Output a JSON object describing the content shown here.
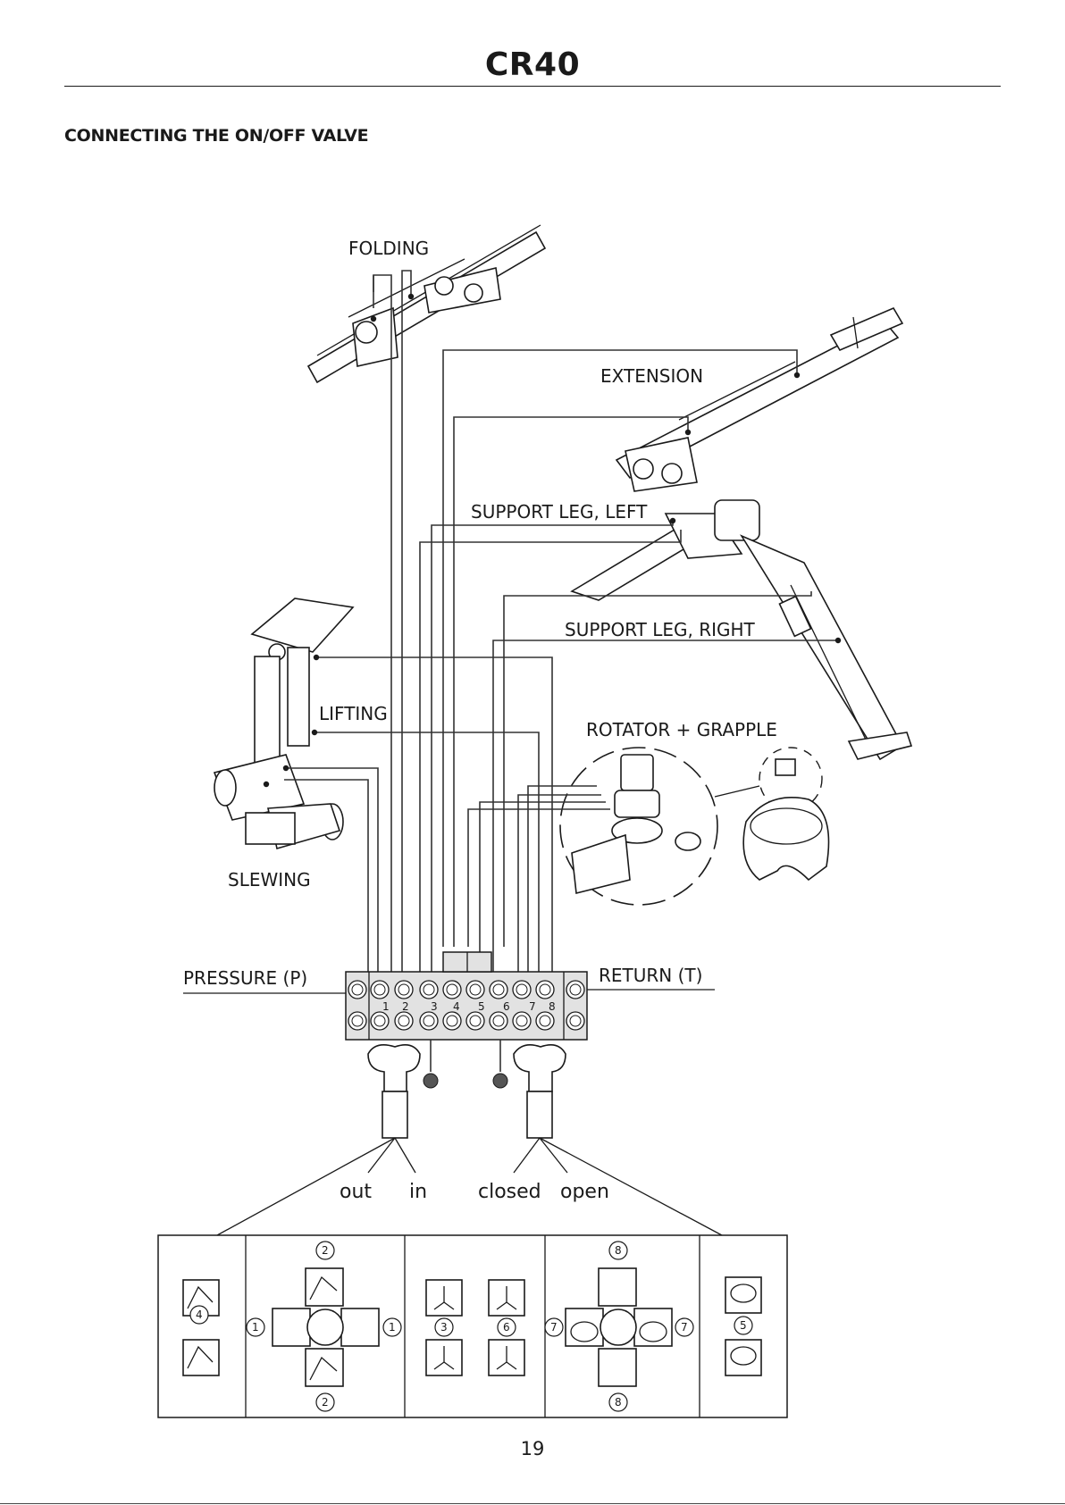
{
  "header": {
    "title": "CR40"
  },
  "section": {
    "heading": "CONNECTING THE ON/OFF VALVE"
  },
  "diagram": {
    "labels": {
      "folding": "FOLDING",
      "extension": "EXTENSION",
      "support_leg_left": "SUPPORT LEG, LEFT",
      "support_leg_right": "SUPPORT LEG, RIGHT",
      "lifting": "LIFTING",
      "rotator_grapple": "ROTATOR + GRAPPLE",
      "slewing": "SLEWING",
      "pressure": "PRESSURE (P)",
      "return": "RETURN (T)"
    },
    "valve_ports": [
      "1",
      "2",
      "3",
      "4",
      "5",
      "6",
      "7",
      "8"
    ],
    "lever_labels": {
      "out": "out",
      "in": "in",
      "closed": "closed",
      "open": "open"
    },
    "function_numbers": {
      "n1": "1",
      "n2": "2",
      "n3": "3",
      "n4": "4",
      "n5": "5",
      "n6": "6",
      "n7": "7",
      "n8": "8"
    }
  },
  "footer": {
    "page_number": "19"
  }
}
